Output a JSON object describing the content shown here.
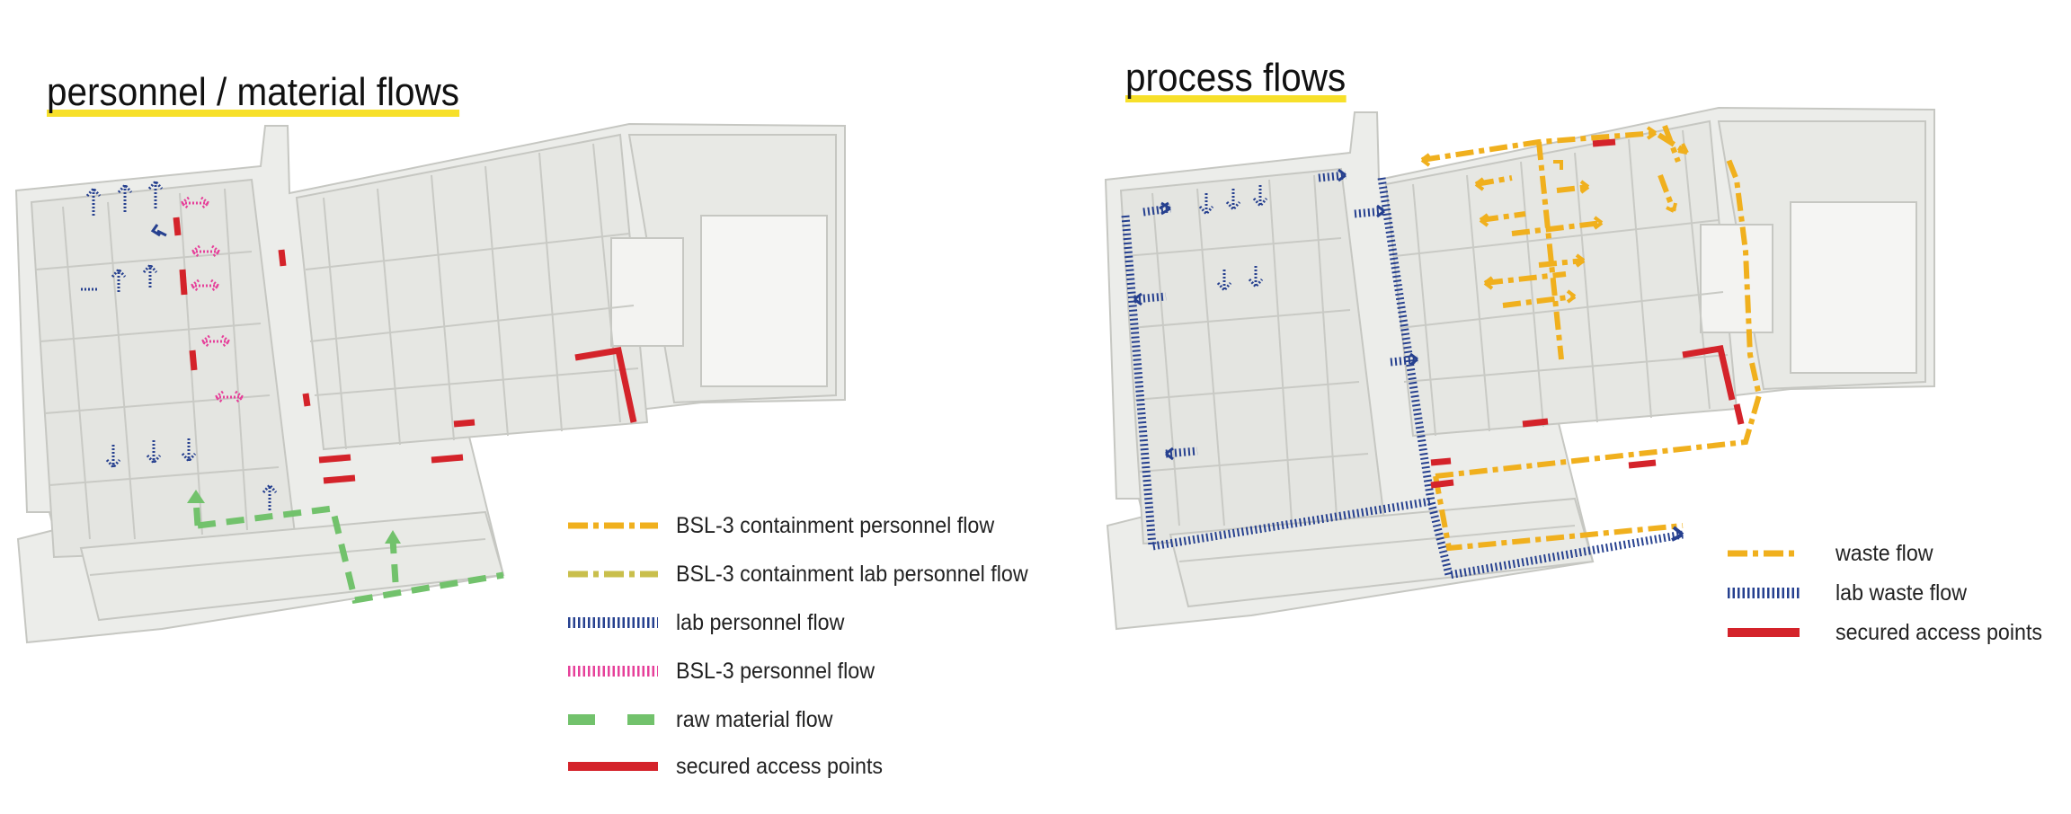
{
  "left_panel": {
    "title": "personnel / material flows",
    "legend": [
      {
        "label": "BSL-3 containment personnel flow",
        "style": "dash-dot",
        "color": "#f0b01e"
      },
      {
        "label": "BSL-3 containment lab personnel flow",
        "style": "dash-dot",
        "color": "#c9bf4c"
      },
      {
        "label": "lab personnel flow",
        "style": "hatched",
        "color": "#26408f"
      },
      {
        "label": "BSL-3 personnel flow",
        "style": "hatched",
        "color": "#e6409a"
      },
      {
        "label": "raw material flow",
        "style": "long-dash",
        "color": "#72c26c"
      },
      {
        "label": "secured access points",
        "style": "solid",
        "color": "#d4232a"
      }
    ]
  },
  "right_panel": {
    "title": "process flows",
    "legend": [
      {
        "label": "waste flow",
        "style": "dash-dot",
        "color": "#f0b01e"
      },
      {
        "label": "lab waste flow",
        "style": "hatched",
        "color": "#26408f"
      },
      {
        "label": "secured access points",
        "style": "solid",
        "color": "#d4232a"
      }
    ]
  },
  "colors": {
    "highlight": "#f7e02a",
    "building_fill": "#ecedea",
    "building_stroke": "#c8c9c4",
    "secured": "#d4232a",
    "lab_flow": "#26408f",
    "bsl3": "#e6409a",
    "raw": "#72c26c",
    "waste": "#f0b01e"
  }
}
